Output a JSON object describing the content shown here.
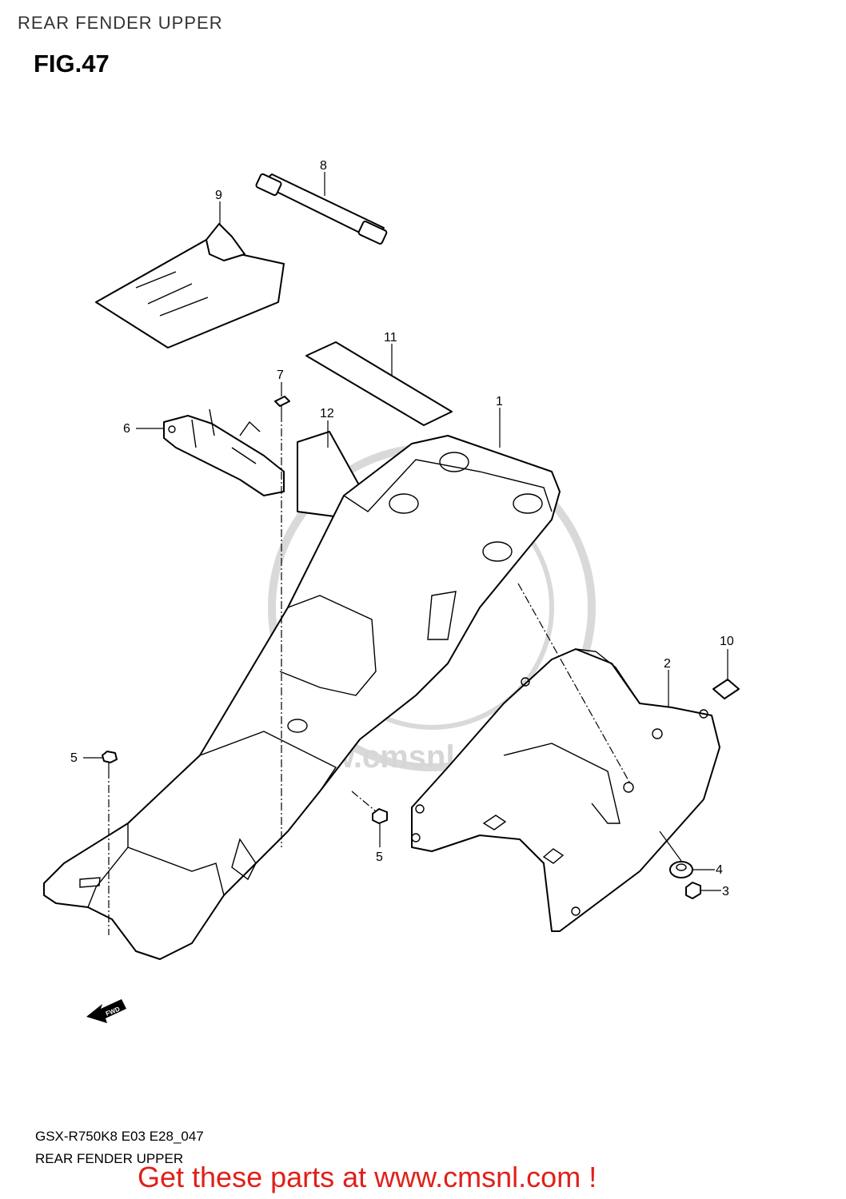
{
  "header": {
    "title": "REAR FENDER UPPER"
  },
  "figure": {
    "label": "FIG.47"
  },
  "callouts": {
    "c1": "1",
    "c2": "2",
    "c3": "3",
    "c4": "4",
    "c5a": "5",
    "c5b": "5",
    "c6": "6",
    "c7": "7",
    "c8": "8",
    "c9": "9",
    "c10": "10",
    "c11": "11",
    "c12": "12"
  },
  "fwd_label": "FWD",
  "watermark": {
    "text": "www.cmsnl.com",
    "color": "#d6d6d6"
  },
  "footer": {
    "model_code": "GSX-R750K8 E03 E28_047",
    "caption": "REAR FENDER UPPER",
    "promo": "Get these parts at www.cmsnl.com !",
    "promo_color": "#e0201a"
  }
}
